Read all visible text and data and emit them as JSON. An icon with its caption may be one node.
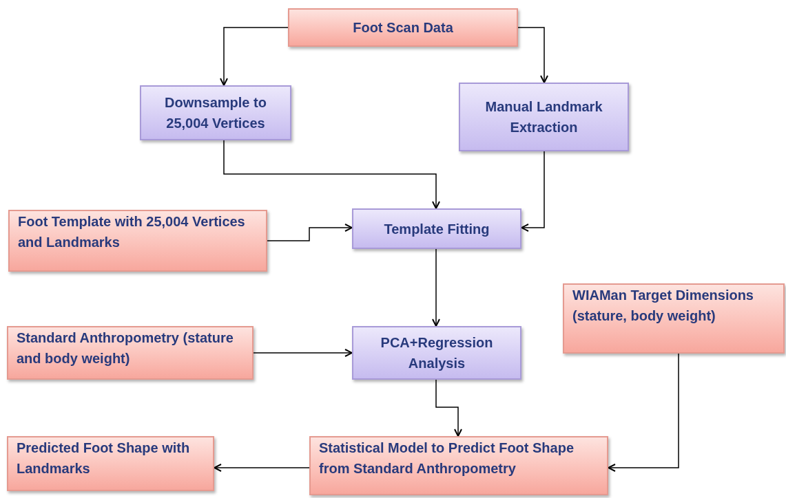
{
  "diagram": {
    "nodes": [
      {
        "text": [
          "Foot Scan Data"
        ]
      },
      {
        "text": [
          "Downsample to 25,004 Vertices"
        ]
      },
      {
        "text": [
          "Manual Landmark Extraction"
        ]
      },
      {
        "text": [
          "Foot Template with 25,004 Vertices and Landmarks"
        ]
      },
      {
        "text": [
          "Template Fitting"
        ]
      },
      {
        "text": [
          "Standard Anthropometry (stature and body weight)"
        ]
      },
      {
        "text": [
          "PCA+Regression Analysis"
        ]
      },
      {
        "text": [
          "WIAMan Target Dimensions (stature, body weight)"
        ]
      },
      {
        "text": [
          "Predicted Foot Shape with Landmarks"
        ]
      },
      {
        "text": [
          "Statistical Model to Predict Foot Shape from Standard Anthropometry"
        ]
      }
    ],
    "edges": [
      {
        "from": 0,
        "to": 1,
        "arrow": "to"
      },
      {
        "from": 0,
        "to": 2,
        "arrow": "to"
      },
      {
        "from": 1,
        "to": 4,
        "arrow": "to"
      },
      {
        "from": 2,
        "to": 4,
        "arrow": "to"
      },
      {
        "from": 3,
        "to": 4,
        "arrow": "to"
      },
      {
        "from": 4,
        "to": 6,
        "arrow": "to"
      },
      {
        "from": 5,
        "to": 6,
        "arrow": "to"
      },
      {
        "from": 6,
        "to": 9,
        "arrow": "to"
      },
      {
        "from": 7,
        "to": 9,
        "arrow": "to"
      },
      {
        "from": 9,
        "to": 8,
        "arrow": "to"
      }
    ]
  }
}
